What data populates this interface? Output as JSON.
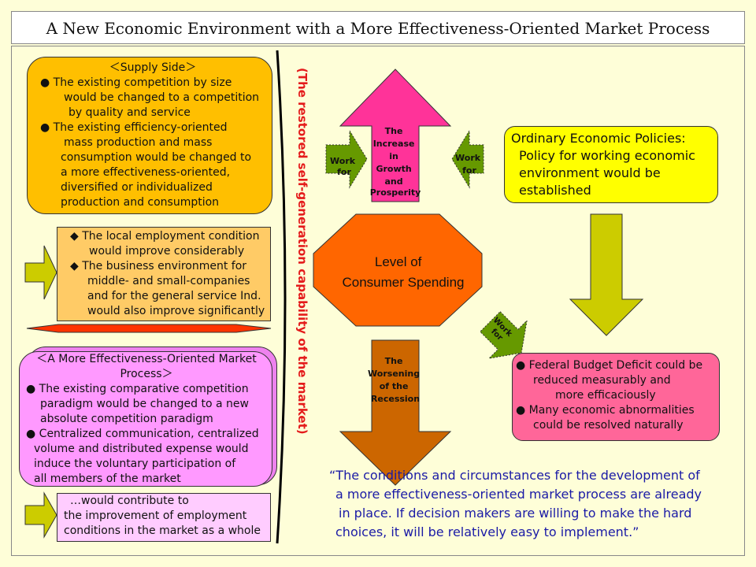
{
  "title": "A New Economic Environment with a More Effectiveness-Oriented Market Process",
  "supply_side": {
    "heading": "＜Supply Side＞",
    "lines": [
      "● The existing competition by size",
      "would be changed to a competition",
      "by quality and service",
      "● The existing efficiency-oriented",
      "mass production and mass",
      "consumption would be changed to",
      "a more effectiveness-oriented,",
      "diversified or individualized",
      "production and consumption"
    ]
  },
  "employment": {
    "lines": [
      "◆ The local employment condition",
      "would improve considerably",
      "◆ The business environment for",
      "middle- and small-companies",
      "and for the general service Ind.",
      "would also improve significantly"
    ]
  },
  "effectiveness_process": {
    "heading_line1": "＜A More Effectiveness-Oriented Market",
    "heading_line2": "Process＞",
    "lines": [
      "● The existing comparative competition",
      "paradigm would be changed to a new",
      "absolute competition paradigm",
      "● Centralized communication, centralized",
      "volume and distributed expense would",
      "induce the voluntary participation of",
      "all members of the market"
    ]
  },
  "contribution": {
    "lines": [
      "…would contribute to",
      "the improvement of employment",
      "conditions in the market as a whole"
    ]
  },
  "vertical_label": "(The restored self-generation capability of the market)",
  "up_arrow": {
    "lines": [
      "The",
      "Increase",
      "in",
      "Growth",
      "and",
      "Prosperity"
    ]
  },
  "down_arrow": {
    "lines": [
      "The",
      "Worsening",
      "of the",
      "Recession"
    ]
  },
  "work_for": {
    "line1": "Work",
    "line2": "for"
  },
  "center": {
    "line1": "Level of",
    "line2": "Consumer Spending"
  },
  "policies": {
    "line1": "Ordinary Economic Policies:",
    "line2": "Policy for working economic",
    "line3": "environment would be",
    "line4": "established"
  },
  "budget": {
    "lines": [
      "● Federal Budget Deficit could be",
      "reduced measurably and",
      "more efficaciously",
      "● Many economic abnormalities",
      "could be resolved naturally"
    ]
  },
  "quote": {
    "line1": "“The conditions and circumstances for the development of",
    "line2": "a more effectiveness-oriented market process are already",
    "line3": "in place. If decision makers are willing to make the hard",
    "line4": "choices, it will be relatively easy to implement.”"
  },
  "colors": {
    "background": "#fefed8",
    "supply": "#ffbf00",
    "employment": "#ffcb66",
    "process": "#ff99ff",
    "contribution": "#ffccff",
    "policy": "#ffff00",
    "budget": "#ff6699",
    "up_arrow": "#ff3399",
    "down_arrow": "#cc6600",
    "octagon": "#ff6600",
    "work_for": "#669900",
    "side_arrow": "#cccc00",
    "label": "#e41b1b",
    "quote": "#1a1aa6"
  }
}
